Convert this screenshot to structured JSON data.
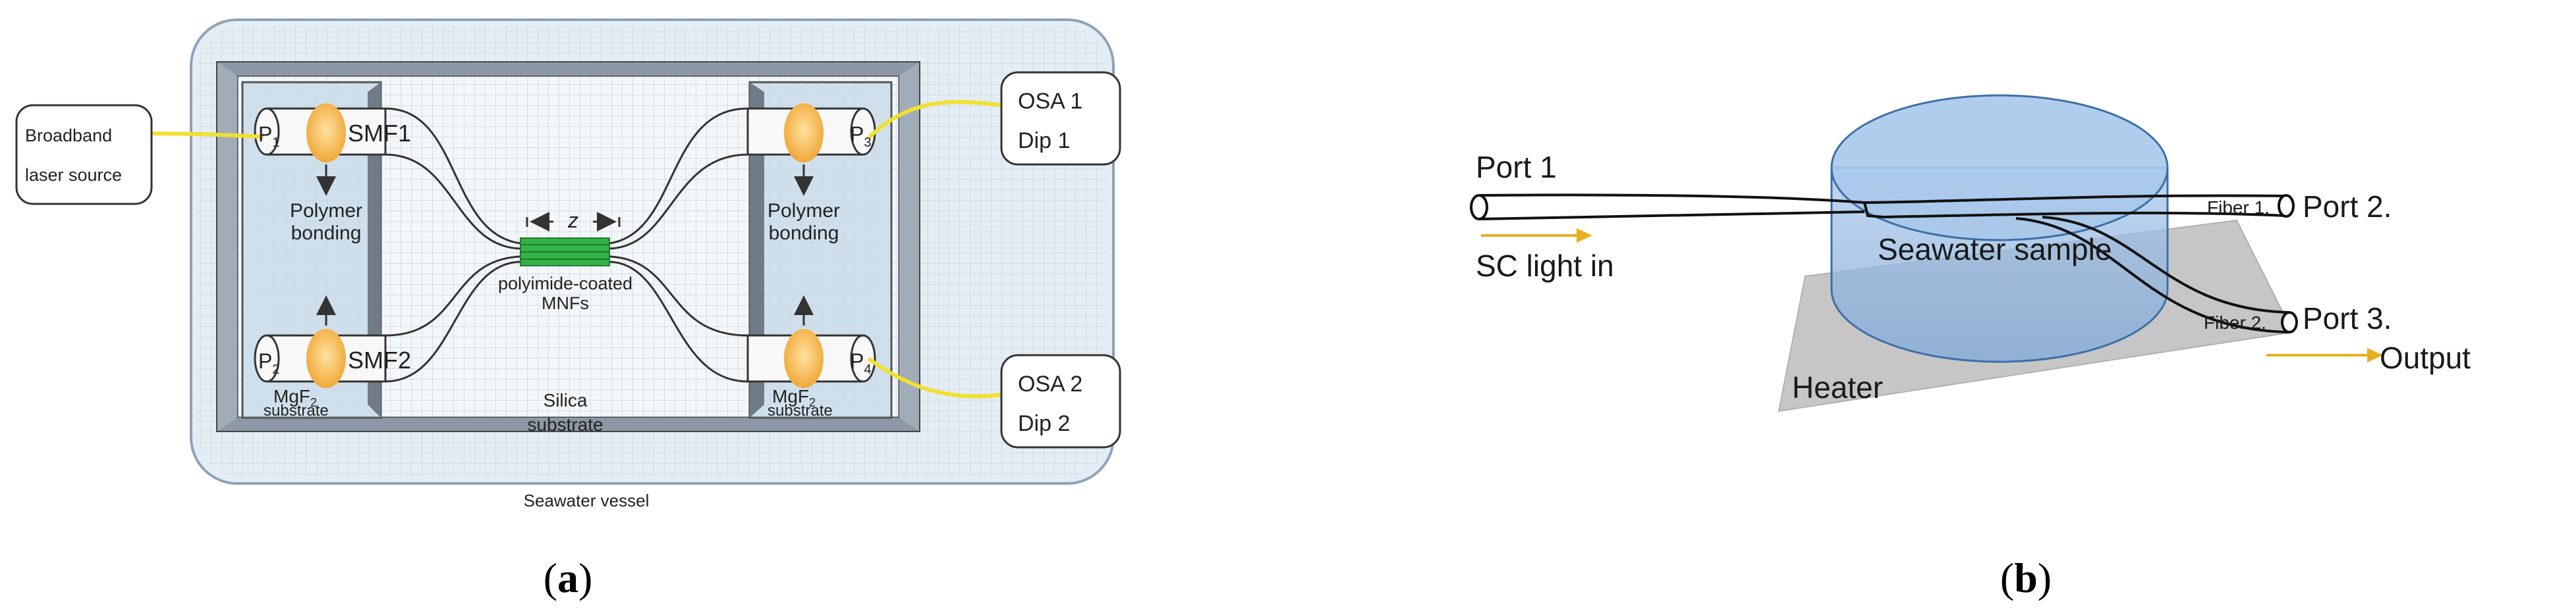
{
  "panel_a": {
    "caption_open": "(",
    "caption_letter": "a",
    "caption_close": ")",
    "source_line1": "Broadband",
    "source_line2": "laser source",
    "osa1_line1": "OSA 1",
    "osa1_line2": "Dip 1",
    "osa2_line1": "OSA 2",
    "osa2_line2": "Dip 2",
    "p1": "P",
    "p1_sub": "1",
    "p2": "P",
    "p2_sub": "2",
    "p3": "P",
    "p3_sub": "3",
    "p4": "P",
    "p4_sub": "4",
    "smf1": "SMF1",
    "smf2": "SMF2",
    "polymer_left_1": "Polymer",
    "polymer_left_2": "bonding",
    "polymer_right_1": "Polymer",
    "polymer_right_2": "bonding",
    "z_label": "z",
    "mnf_line1": "polyimide-coated",
    "mnf_line2": "MNFs",
    "mgf_left_1": "MgF",
    "mgf_left_sub": "2",
    "mgf_left_2": "substrate",
    "mgf_right_1": "MgF",
    "mgf_right_sub": "2",
    "mgf_right_2": "substrate",
    "silica_1": "Silica",
    "silica_2": "substrate",
    "vessel": "Seawater vessel"
  },
  "panel_b": {
    "caption_open": "(",
    "caption_letter": "b",
    "caption_close": ")",
    "port1": "Port 1",
    "sc_light": "SC light in",
    "seawater": "Seawater sample",
    "heater": "Heater",
    "fiber1": "Fiber 1.",
    "fiber2": "Fiber 2.",
    "port2": "Port 2.",
    "port3": "Port 3.",
    "output": "Output"
  },
  "colors": {
    "vessel_fill": "#e4edf4",
    "vessel_stroke": "#8ea3b8",
    "grid": "#c8d6e2",
    "substrate_fill": "#cfe0ec",
    "wall": "#7f8c99",
    "fiber_core": "#f2b84a",
    "mnf": "#33b347",
    "yellow_line": "#f0e030",
    "arrow_yellow": "#e8b020",
    "water_fill": "#8fb6e0",
    "water_stroke": "#3d6fa8",
    "heater_fill": "#c8c8c8"
  }
}
